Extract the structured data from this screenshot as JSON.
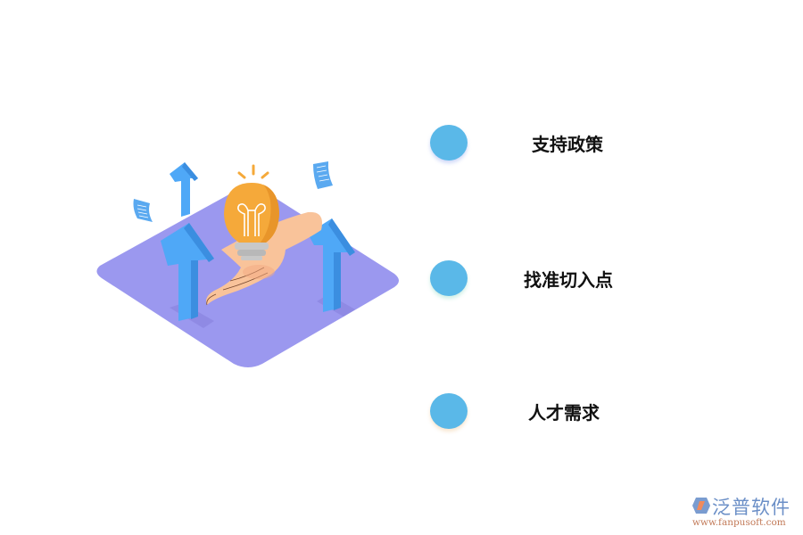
{
  "illustration": {
    "description": "Isometric purple platform with a hand holding a glowing light bulb, blue upward arrows and floating documents",
    "colors": {
      "platform": "#9b98ef",
      "arrow": "#4fa8f7",
      "arrow_side": "#3b8ee0",
      "bulb": "#f5a93a",
      "bulb_shade": "#e8952a",
      "hand": "#f9c39a",
      "bulb_base": "#c8c8c8",
      "document": "#5aa9f0"
    }
  },
  "items": [
    {
      "label": "支持政策",
      "dot_color": "#5ab8e8"
    },
    {
      "label": "找准切入点",
      "dot_color": "#5ab8e8"
    },
    {
      "label": "人才需求",
      "dot_color": "#5ab8e8"
    }
  ],
  "logo": {
    "name": "泛普软件",
    "url": "www.fanpusoft.com",
    "text_color": "#6b8fc7",
    "url_color": "#c27a58"
  }
}
